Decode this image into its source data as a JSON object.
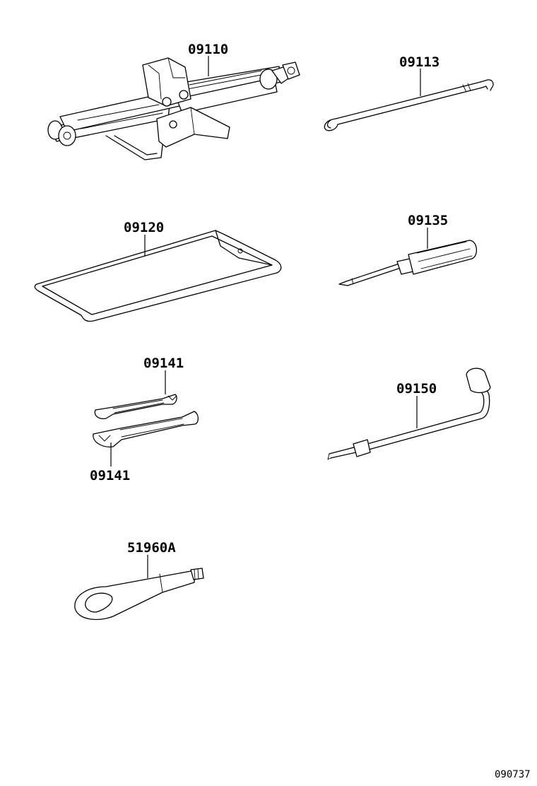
{
  "parts": [
    {
      "id": "jack",
      "label": "09110"
    },
    {
      "id": "jack-handle",
      "label": "09113"
    },
    {
      "id": "tool-bag",
      "label": "09120"
    },
    {
      "id": "screwdriver",
      "label": "09135"
    },
    {
      "id": "wrench-upper",
      "label": "09141"
    },
    {
      "id": "wrench-lower",
      "label": "09141"
    },
    {
      "id": "wheel-nut-wrench",
      "label": "09150"
    },
    {
      "id": "towing-eye",
      "label": "51960A"
    }
  ],
  "diagram_code": "090737"
}
